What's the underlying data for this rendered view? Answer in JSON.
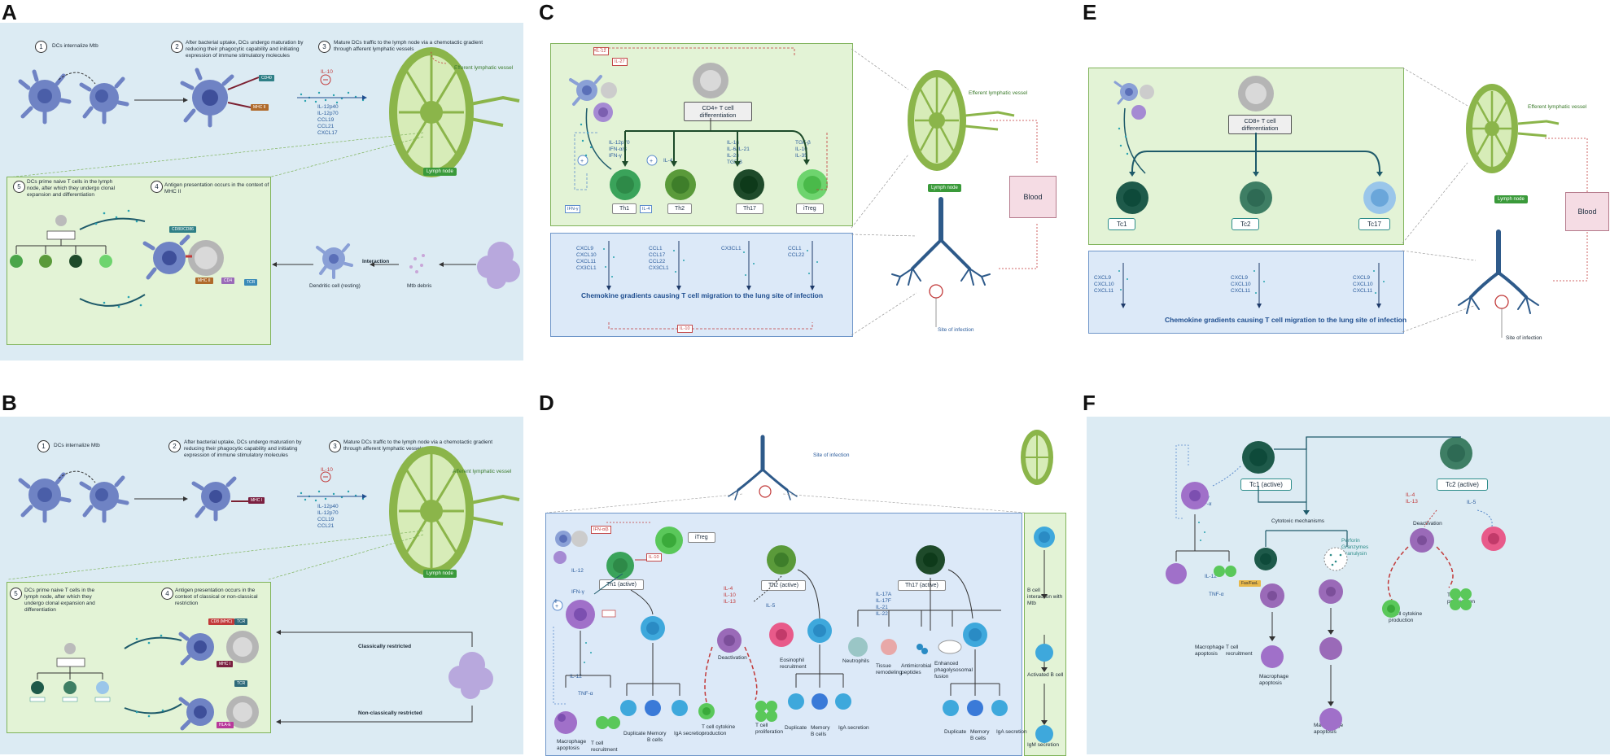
{
  "panels": {
    "A": "A",
    "B": "B",
    "C": "C",
    "D": "D",
    "E": "E",
    "F": "F"
  },
  "panelA": {
    "step1": "DCs internalize Mtb",
    "step2": "After bacterial uptake, DCs undergo maturation by reducing their phagocytic capability and initiating expression of immune stimulatory molecules",
    "step3": "Mature DCs traffic to the lymph node via a chemotactic gradient through afferent lymphatic vessels",
    "step4": "Antigen presentation occurs in the context of MHC II",
    "step5": "DCs prime naive T cells in the lymph node, after which they undergo clonal expansion and differentiation",
    "nums": [
      "1",
      "2",
      "3",
      "4",
      "5"
    ],
    "il10": "IL-10",
    "cytokines": "IL-12p40\nIL-12p70\nCCL19\nCCL21\nCXCL17",
    "efferent": "Efferent lymphatic vessel",
    "lymph_node": "Lymph node",
    "cd40": "CD40",
    "mhc2": "MHC II",
    "cd80": "CD80/CD86",
    "tcr": "TCR",
    "cd4": "CD4",
    "interaction": "Interaction",
    "dendritic_resting": "Dendritic cell (resting)",
    "mtb_debris": "Mtb debris"
  },
  "panelB": {
    "step1": "DCs internalize Mtb",
    "step2": "After bacterial uptake, DCs undergo maturation by reducing their phagocytic capability and initiating expression of immune stimulatory molecules",
    "step3": "Mature DCs traffic to the lymph node via a chemotactic gradient through afferent lymphatic vessels",
    "step4": "Antigen presentation occurs in the context of classical or non-classical restriction",
    "step5": "DCs prime naive T cells in the lymph node, after which they undergo clonal expansion and differentiation",
    "nums": [
      "1",
      "2",
      "3",
      "4",
      "5"
    ],
    "il10": "IL-10",
    "cytokines": "IL-12p40\nIL-12p70\nCCL19\nCCL21",
    "afferent": "Afferent lymphatic vessel",
    "lymph_node": "Lymph node",
    "mhc1": "MHC I",
    "cd8": "CD8 (MHC)",
    "tcr": "TCR",
    "hla": "HLA-E",
    "classical": "Classically restricted",
    "nonclassical": "Non-classically restricted"
  },
  "panelC": {
    "il12": "IL-12",
    "il27": "IL-27",
    "cd4_diff": "CD4+ T cell differentiation",
    "th1_cyt": "IL-12p70\nIFN-α/β\nIFN-γ",
    "th2_cyt": "IL-4",
    "th17_cyt": "IL-1β\nIL-6/IL-21\nIL-23\nTGF-β",
    "treg_cyt": "TGF-β\nIL-10\nIL-35",
    "cells": [
      "Th1",
      "Th2",
      "Th17",
      "iTreg"
    ],
    "ifng": "IFN-γ",
    "il4": "IL-4",
    "chemo1": "CXCL9\nCXCL10\nCXCL11\nCX3CL1",
    "chemo2": "CCL1\nCCL17\nCCL22\nCX3CL1",
    "chemo3": "CX3CL1",
    "chemo4": "CCL1\nCCL22",
    "chem_title": "Chemokine gradients causing T cell migration to the lung site of infection",
    "il10": "IL-10",
    "efferent": "Efferent lymphatic vessel",
    "lymph_node": "Lymph node",
    "blood": "Blood",
    "site": "Site of infection"
  },
  "panelD": {
    "site": "Site of infection",
    "ifng_top": "IFN-α/β",
    "il10": "IL-10",
    "itreg": "iTreg",
    "il12": "IL-12",
    "ifng": "IFN-γ",
    "th1": "Th1 (active)",
    "th2": "Th2 (active)",
    "th17": "Th17 (active)",
    "deactivation": "Deactivation",
    "th2_cyt": "IL-4\nIL-10\nIL-13",
    "il5": "IL-5",
    "eos": "Eosinophil recruitment",
    "cytokine_prod": "T cell cytokine production",
    "prolif": "T cell proliferation",
    "th17_cyt": "IL-17A\nIL-17F\nIL-21\nIL-22",
    "neutrophils": "Neutrophils",
    "remodel": "Tissue remodeling",
    "amp": "Antimicrobial peptides",
    "phago": "Enhanced phagolysosomal fusion",
    "dup": "Duplicate",
    "memb": "Memory B cells",
    "iga": "IgA secretion",
    "il12b": "IL-12",
    "tnfa": "TNF-α",
    "mac_apop": "Macrophage apoptosis",
    "tcell_rec": "T cell recruitment",
    "bcell_int": "B cell interaction with Mtb",
    "act_b": "Activated B cell",
    "igm": "IgM secretion",
    "plus": "+"
  },
  "panelE": {
    "cd8_diff": "CD8+ T cell differentiation",
    "cells": [
      "Tc1",
      "Tc2",
      "Tc17"
    ],
    "chemo1": "CXCL9\nCXCL10\nCXCL11",
    "chemo2": "CXCL9\nCXCL10\nCXCL11",
    "chemo3": "CXCL9\nCXCL10\nCXCL11",
    "chem_title": "Chemokine gradients causing T cell migration to the lung site of infection",
    "efferent": "Efferent lymphatic vessel",
    "lymph_node": "Lymph node",
    "blood": "Blood",
    "site": "Site of infection"
  },
  "panelF": {
    "tc1": "Tc1 (active)",
    "tc2": "Tc2 (active)",
    "cytotoxic": "Cytotoxic mechanisms",
    "perforin": "Perforin\nGranzymes\nGranulysin",
    "fasfasl": "Fas/FasL",
    "ifng": "IFN-γ\nTNF-α",
    "il12": "IL-12",
    "tnfa": "TNF-α",
    "mac_apop1": "Macrophage apoptosis",
    "tcell_rec": "T cell recruitment",
    "mac_apop2": "Macrophage apoptosis",
    "mac_apop3": "Macrophage apoptosis",
    "deactivation": "Deactivation",
    "il4": "IL-4\nIL-13",
    "il5": "IL-5",
    "tcyt": "T cell cytokine production",
    "tprolif": "T cell proliferation",
    "plus": "+"
  },
  "colors": {
    "panel_bg": "#dcebf3",
    "green_box": "#e3f3d6",
    "blue_box": "#dce9f8",
    "dc_blue": "#6f83c4",
    "lymph_green": "#8bb54a",
    "vessel_blue": "#2e5a8a"
  }
}
